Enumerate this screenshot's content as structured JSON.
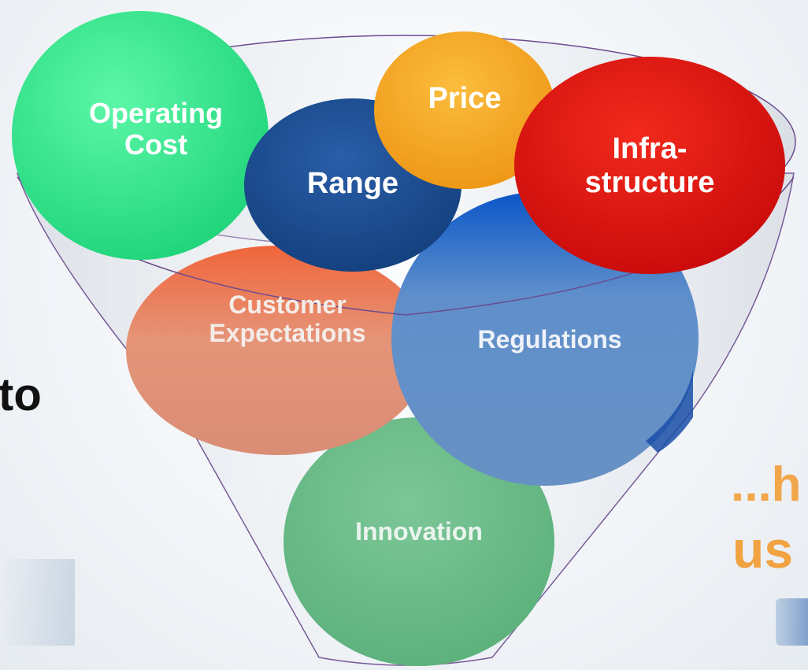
{
  "diagram": {
    "bubbles": {
      "operating_cost": {
        "line1": "Operating",
        "line2": "Cost",
        "color": "#2ef08a"
      },
      "range": {
        "label": "Range",
        "color": "#1a4d94"
      },
      "price": {
        "label": "Price",
        "color": "#f5a623"
      },
      "infrastructure": {
        "line1": "Infra-",
        "line2": "structure",
        "color": "#e01010"
      },
      "customer_expectations": {
        "line1": "Customer",
        "line2": "Expectations",
        "color": "#e08a6a"
      },
      "regulations": {
        "label": "Regulations",
        "color": "#6d96c8"
      },
      "innovation": {
        "label": "Innovation",
        "color": "#6bbd86"
      }
    },
    "side_text": {
      "left_fragment": "to",
      "right_fragment_1": "...h",
      "right_fragment_2": "us",
      "right_color": "#f29a2e"
    },
    "funnel_color": "#d9dde3"
  }
}
